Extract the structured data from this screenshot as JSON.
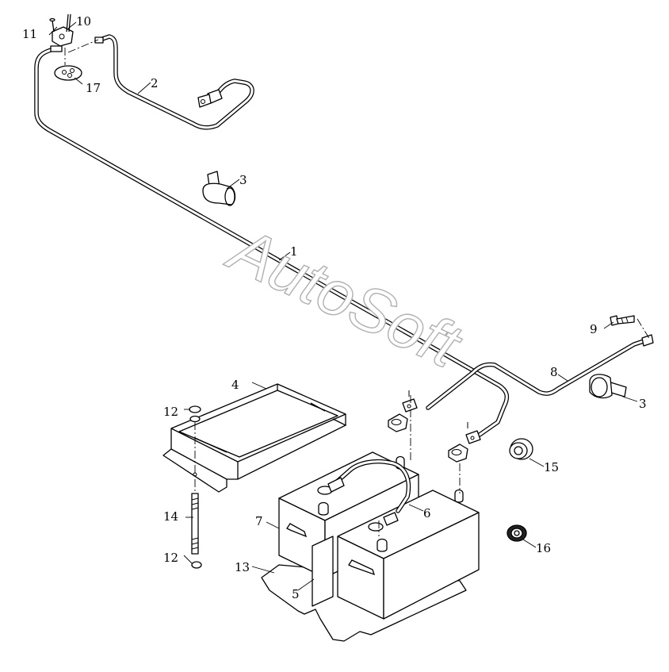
{
  "watermark": "AutoSoft",
  "callouts": {
    "c1": "1",
    "c2": "2",
    "c3a": "3",
    "c3b": "3",
    "c4": "4",
    "c5": "5",
    "c6": "6",
    "c7": "7",
    "c8": "8",
    "c9": "9",
    "c10": "10",
    "c11": "11",
    "c12a": "12",
    "c12b": "12",
    "c13": "13",
    "c14": "14",
    "c15": "15",
    "c16": "16",
    "c17": "17"
  },
  "colors": {
    "line": "#000000",
    "paper": "#ffffff",
    "watermark_outline": "#b0b0b0"
  }
}
